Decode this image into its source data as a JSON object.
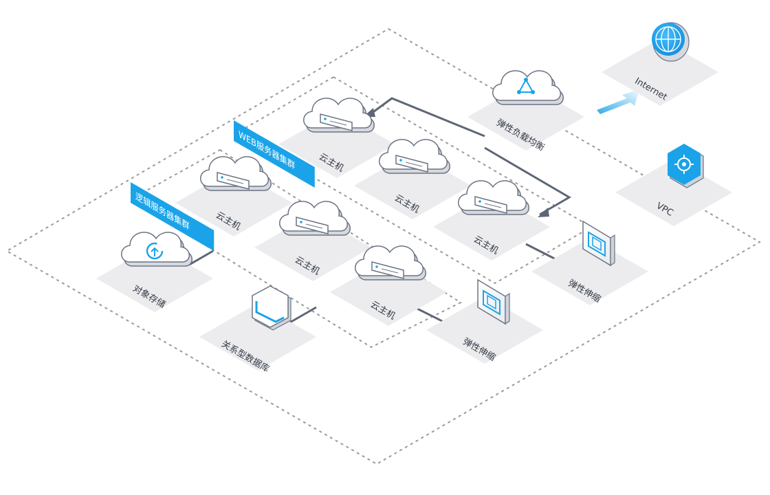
{
  "labels": {
    "internet": "Internet",
    "vpc": "VPC",
    "slb": "弹性负载均衡",
    "web_cluster": "WEB服务器集群",
    "logic_cluster": "逻辑服务器集群",
    "ecs_1": "云主机",
    "ecs_2": "云主机",
    "ecs_3": "云主机",
    "ecs_4": "云主机",
    "ecs_5": "云主机",
    "ecs_6": "云主机",
    "oss": "对象存储",
    "rds": "关系型数据库",
    "ess_1": "弹性伸缩",
    "ess_2": "弹性伸缩"
  },
  "icons": {
    "internet": "globe-icon",
    "slb": "load-balancer-icon",
    "vpc": "vpc-hexagon-icon",
    "ecs": "cloud-server-icon",
    "oss": "cloud-storage-icon",
    "rds": "database-hexagon-icon",
    "ess": "auto-scaling-icon"
  },
  "colors": {
    "accent": "#1aa3e8",
    "line": "#5d6675",
    "dash": "#9a9a9a",
    "pad": "#ececef",
    "cloud_stroke": "#6b7482"
  }
}
